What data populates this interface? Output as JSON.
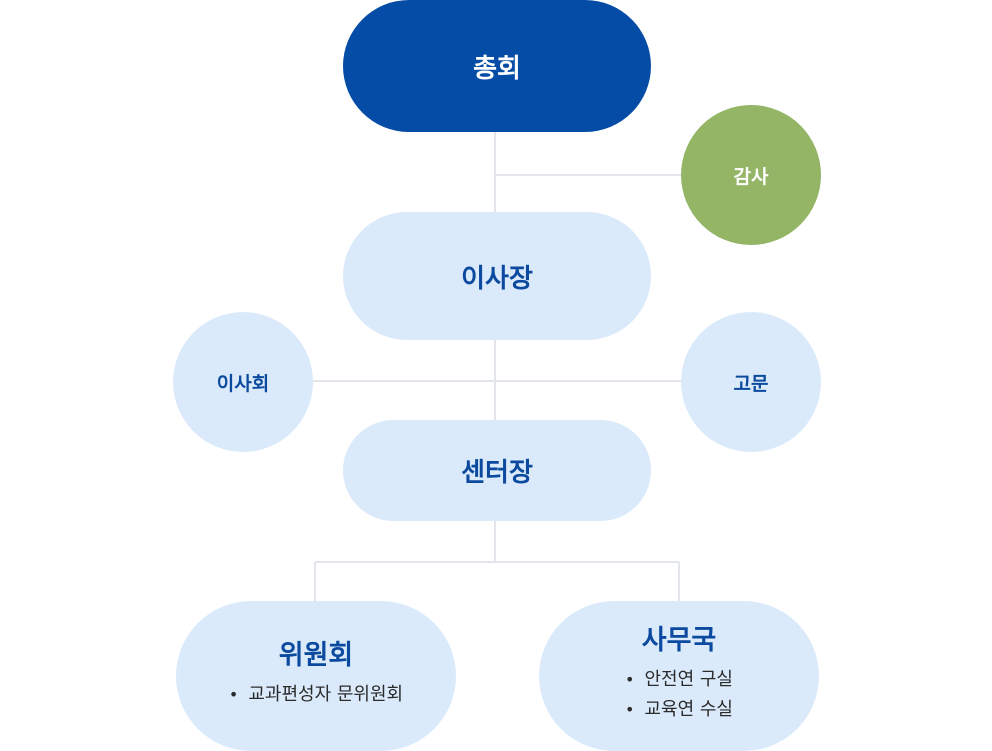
{
  "nodes": {
    "general_assembly": {
      "label": "총회"
    },
    "audit": {
      "label": "감사"
    },
    "chairman": {
      "label": "이사장"
    },
    "board": {
      "label": "이사회"
    },
    "advisor": {
      "label": "고문"
    },
    "director": {
      "label": "센터장"
    },
    "committee": {
      "label": "위원회",
      "items": [
        "교과편성자 문위원회"
      ]
    },
    "office": {
      "label": "사무국",
      "items": [
        "안전연 구실",
        "교육연 수실"
      ]
    }
  },
  "bullet": "•",
  "colors": {
    "primary_dark": "#044ca6",
    "audit_green": "#93b565",
    "light_blue": "#dbeafb",
    "text_blue": "#0b4a9e",
    "connector": "#e2e6ea"
  }
}
